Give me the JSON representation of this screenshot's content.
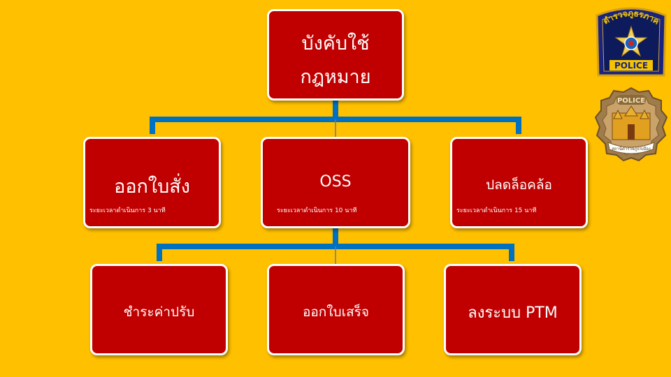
{
  "colors": {
    "background": "#FFC000",
    "box_fill": "#C00000",
    "box_border": "#FFFFFF",
    "connector": "#0070C0"
  },
  "diagram": {
    "root": {
      "line1": "บังคับใช้",
      "line2": "กฎหมาย"
    },
    "level2": [
      {
        "title": "ออกใบสั่ง",
        "note": "ระยะเวลาดำเนินการ 3 นาที"
      },
      {
        "title": "OSS",
        "note": "ระยะเวลาดำเนินการ 10 นาที"
      },
      {
        "title": "ปลดล็อคล้อ",
        "note": "ระยะเวลาดำเนินการ 15 นาที"
      }
    ],
    "level3": [
      {
        "title": "ชำระค่าปรับ"
      },
      {
        "title": "ออกใบเสร็จ"
      },
      {
        "title": "ลงระบบ PTM"
      }
    ]
  },
  "logos": {
    "shield": {
      "top_text": "ตำรวจภูธรภาค",
      "bottom_text": "POLICE"
    },
    "badge": {
      "top_text": "POLICE",
      "bottom_text": "สถานีตำรวจภูธรเมือง"
    }
  }
}
